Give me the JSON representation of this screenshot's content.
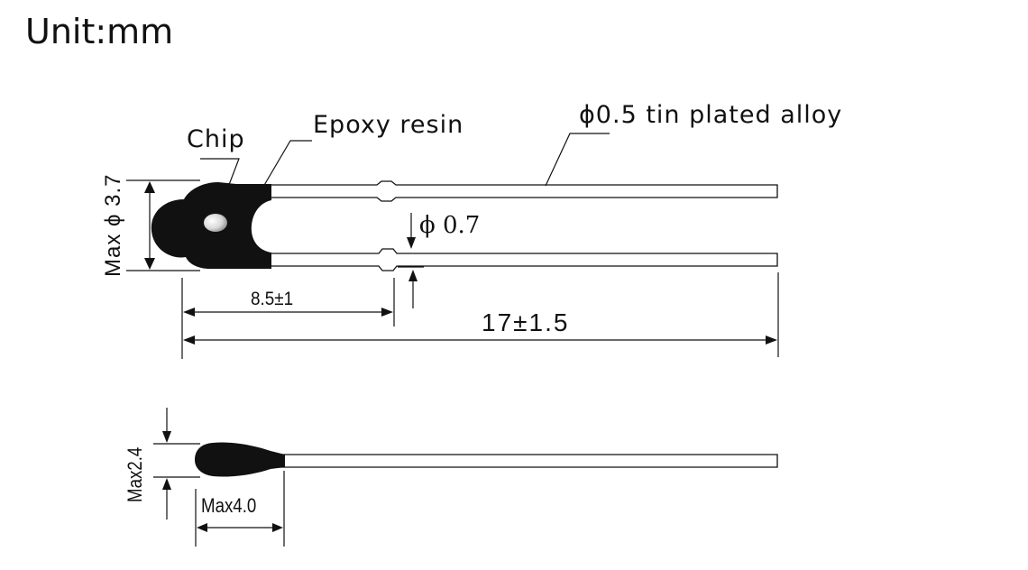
{
  "unit": "Unit:mm",
  "labels": {
    "chip": "Chip",
    "epoxy": "Epoxy resin",
    "lead_wire": "ϕ0.5 tin plated alloy"
  },
  "dimensions": {
    "max_diameter": "Max ϕ 3.7",
    "lead_diameter": "ϕ 0.7",
    "kink_distance": "8.5±1",
    "total_length": "17±1.5",
    "max_thickness": "Max2.4",
    "max_body_length": "Max4.0"
  },
  "colors": {
    "line": "#111111",
    "epoxy": "#111111",
    "chip_highlight": "#f2f2f2",
    "background": "#ffffff"
  }
}
